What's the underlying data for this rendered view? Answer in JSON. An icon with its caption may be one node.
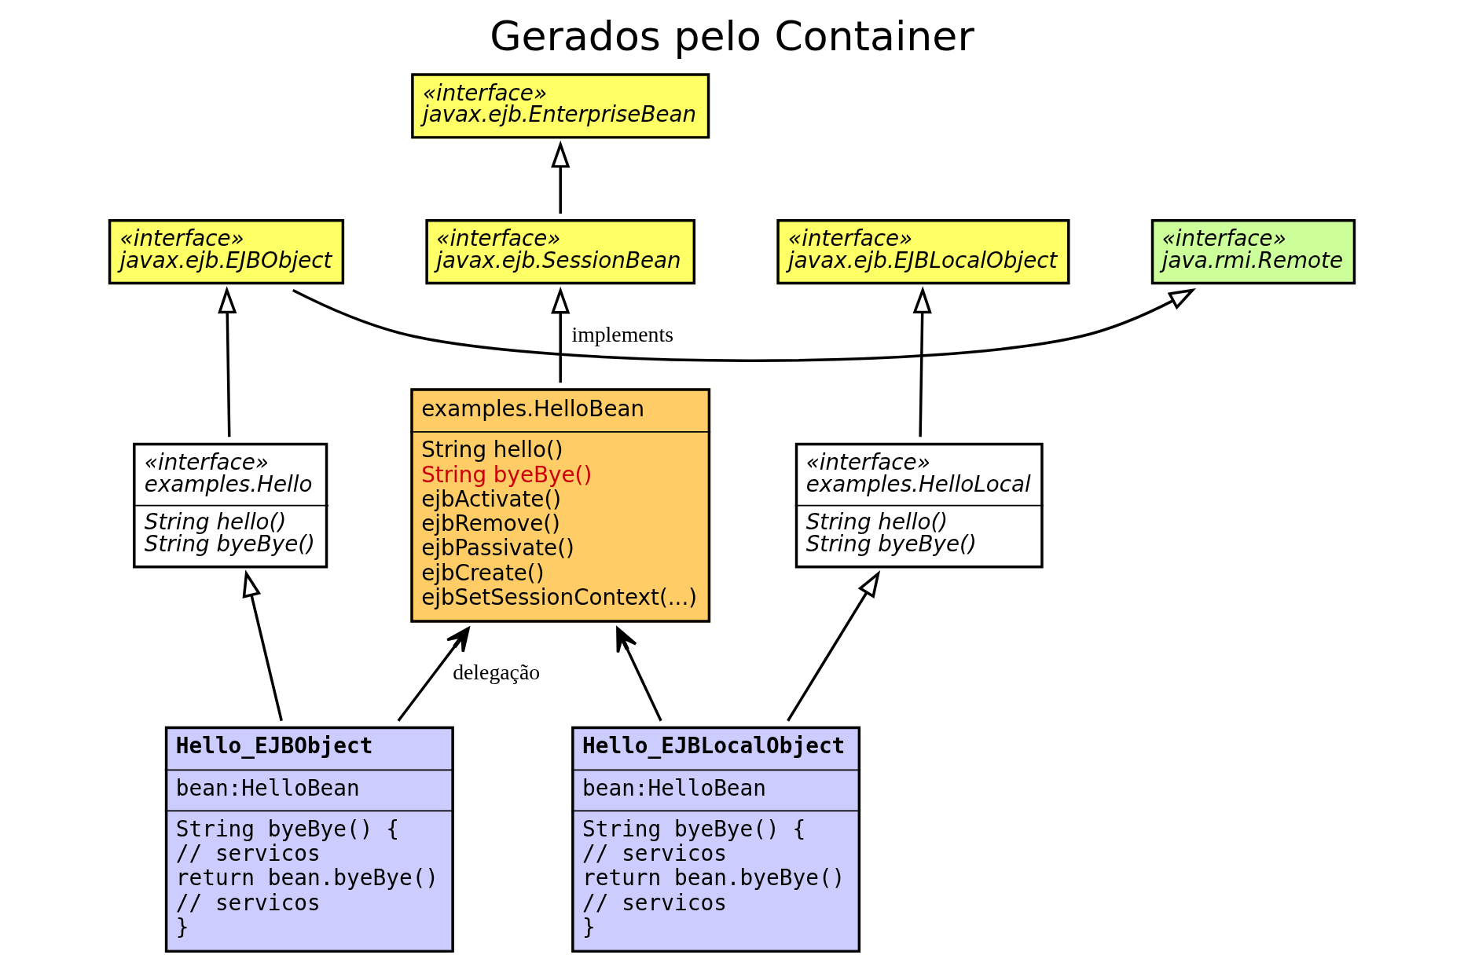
{
  "diagram": {
    "title": "Gerados pelo Container",
    "nodes": [
      {
        "text": [
          "«interface»",
          "javax.ejb.EJBObject"
        ]
      },
      {
        "text": [
          "«interface»",
          "java.rmi.Remote"
        ]
      },
      {
        "text": [
          "«interface»",
          "examples.Hello",
          "String hello()",
          "String byeBye()"
        ]
      },
      {
        "text": [
          "«interface»",
          "javax.ejb.EJBLocalObject"
        ]
      },
      {
        "text": [
          "«interface»",
          "examples.HelloLocal",
          "String hello()",
          "String byeBye()"
        ]
      },
      {
        "text": [
          "Hello_EJBObject",
          "bean:HelloBean",
          "String byeBye() {",
          "// servicos",
          "return bean.byeBye()",
          "// servicos",
          "}"
        ]
      },
      {
        "text": [
          "«interface»",
          "javax.ejb.EnterpriseBean"
        ]
      },
      {
        "text": [
          "«interface»",
          "javax.ejb.SessionBean"
        ]
      },
      {
        "text": [
          "Hello_EJBLocalObject",
          "bean:HelloBean",
          "String byeBye() {",
          "// servicos",
          "return bean.byeBye()",
          "// servicos",
          "}"
        ]
      },
      {
        "text": [
          "examples.HelloBean",
          "String hello()",
          "String byeBye()",
          "ejbActivate()",
          "ejbRemove()",
          "ejbPassivate()",
          "ejbCreate()",
          "ejbSetSessionContext(...)"
        ]
      }
    ],
    "edges": [
      {
        "from": 0,
        "to": 1,
        "arrow": "to"
      },
      {
        "from": 2,
        "to": 0,
        "arrow": "to"
      },
      {
        "from": 4,
        "to": 3,
        "arrow": "to"
      },
      {
        "from": 5,
        "to": 2,
        "arrow": "to"
      },
      {
        "from": 8,
        "to": 4,
        "arrow": "to"
      },
      {
        "from": 7,
        "to": 6,
        "arrow": "to"
      },
      {
        "from": 9,
        "to": 7,
        "arrow": "to",
        "label": "implements"
      },
      {
        "from": 5,
        "to": 9,
        "arrow": "to",
        "label": "delegação"
      },
      {
        "from": 8,
        "to": 9,
        "arrow": "to"
      }
    ]
  }
}
